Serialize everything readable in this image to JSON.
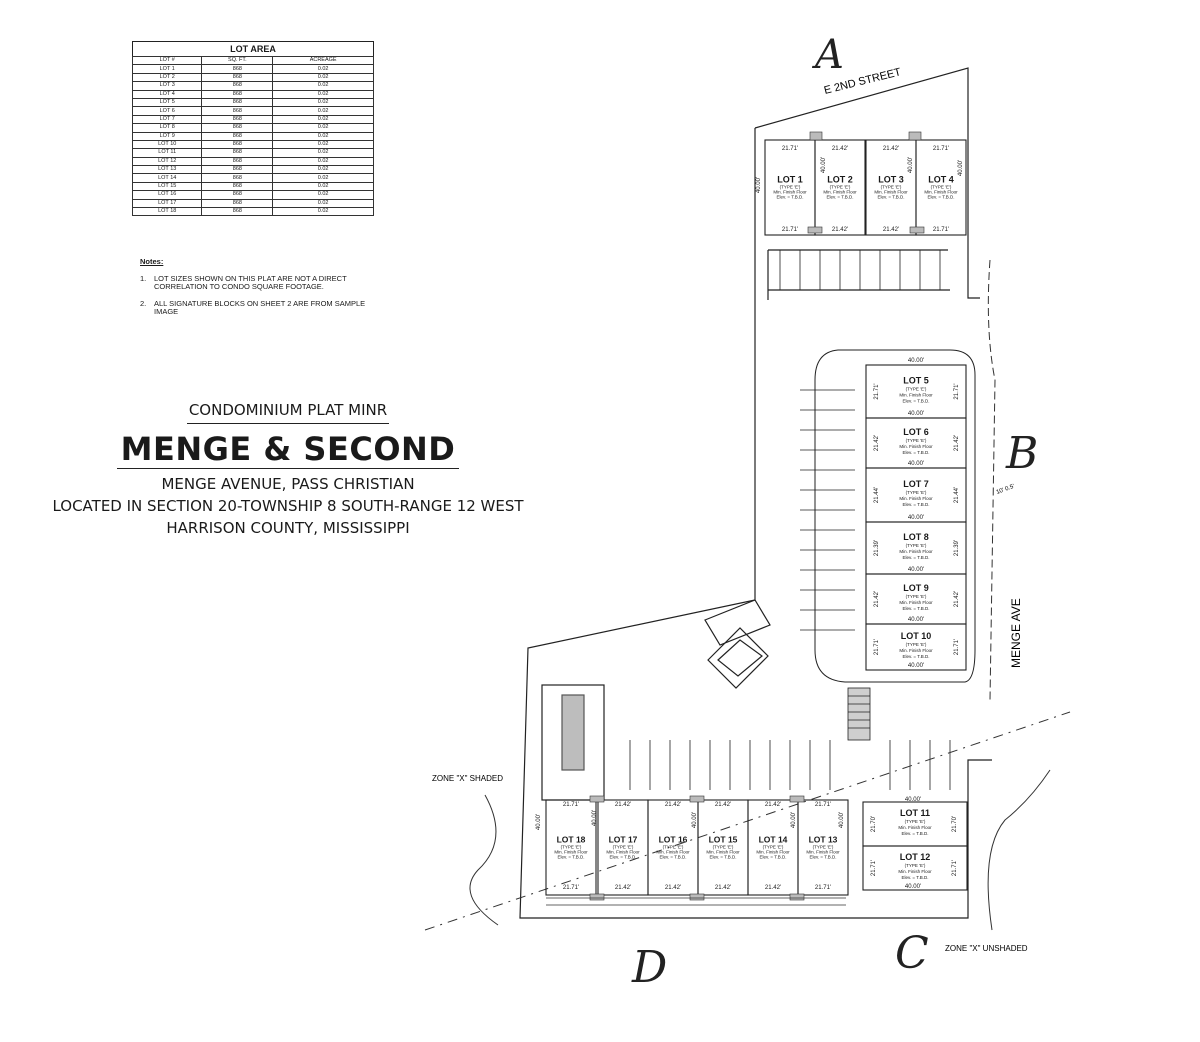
{
  "lot_area_table": {
    "title": "LOT AREA",
    "headers": [
      "LOT #",
      "SQ. FT.",
      "ACREAGE"
    ],
    "rows": [
      [
        "LOT 1",
        "868",
        "0.02"
      ],
      [
        "LOT 2",
        "868",
        "0.02"
      ],
      [
        "LOT 3",
        "868",
        "0.02"
      ],
      [
        "LOT 4",
        "868",
        "0.02"
      ],
      [
        "LOT 5",
        "868",
        "0.02"
      ],
      [
        "LOT 6",
        "868",
        "0.02"
      ],
      [
        "LOT 7",
        "868",
        "0.02"
      ],
      [
        "LOT 8",
        "868",
        "0.02"
      ],
      [
        "LOT 9",
        "868",
        "0.02"
      ],
      [
        "LOT 10",
        "868",
        "0.02"
      ],
      [
        "LOT 11",
        "868",
        "0.02"
      ],
      [
        "LOT 12",
        "868",
        "0.02"
      ],
      [
        "LOT 13",
        "868",
        "0.02"
      ],
      [
        "LOT 14",
        "868",
        "0.02"
      ],
      [
        "LOT 15",
        "868",
        "0.02"
      ],
      [
        "LOT 16",
        "868",
        "0.02"
      ],
      [
        "LOT 17",
        "868",
        "0.02"
      ],
      [
        "LOT 18",
        "868",
        "0.02"
      ]
    ]
  },
  "notes": {
    "heading": "Notes:",
    "items": [
      {
        "num": "1.",
        "text": "LOT SIZES SHOWN ON THIS PLAT ARE NOT A DIRECT CORRELATION TO CONDO SQUARE FOOTAGE."
      },
      {
        "num": "2.",
        "text": "ALL SIGNATURE BLOCKS ON SHEET 2 ARE FROM SAMPLE IMAGE"
      }
    ]
  },
  "title_block": {
    "line1": "CONDOMINIUM PLAT MINR",
    "line2": "MENGE & SECOND",
    "line3": "MENGE AVENUE, PASS CHRISTIAN",
    "line4": "LOCATED IN SECTION 20-TOWNSHIP 8 SOUTH-RANGE 12 WEST",
    "line5": "HARRISON COUNTY, MISSISSIPPI"
  },
  "plat": {
    "street_top": "E 2ND STREET",
    "street_right": "MENGE AVE",
    "zone_shaded": "ZONE \"X\" SHADED",
    "zone_unshaded": "ZONE \"X\" UNSHADED",
    "handwritten": [
      "A",
      "B",
      "C",
      "D"
    ],
    "unit_type": "(TYPE 'E')",
    "floor_line1": "Min. Finish Floor",
    "floor_line2": "Elev. = T.B.D.",
    "dims": {
      "w": "21.71'",
      "w2": "21.42'",
      "w3": "21.44'",
      "w4": "21.39'",
      "w5": "21.70'",
      "depth": "40.00'"
    },
    "misc_label": "10' 0.5'",
    "lots": [
      {
        "label": "LOT 1"
      },
      {
        "label": "LOT 2"
      },
      {
        "label": "LOT 3"
      },
      {
        "label": "LOT 4"
      },
      {
        "label": "LOT 5"
      },
      {
        "label": "LOT 6"
      },
      {
        "label": "LOT 7"
      },
      {
        "label": "LOT 8"
      },
      {
        "label": "LOT 9"
      },
      {
        "label": "LOT 10"
      },
      {
        "label": "LOT 11"
      },
      {
        "label": "LOT 12"
      },
      {
        "label": "LOT 13"
      },
      {
        "label": "LOT 14"
      },
      {
        "label": "LOT 15"
      },
      {
        "label": "LOT 16"
      },
      {
        "label": "LOT 17"
      },
      {
        "label": "LOT 18"
      }
    ]
  }
}
